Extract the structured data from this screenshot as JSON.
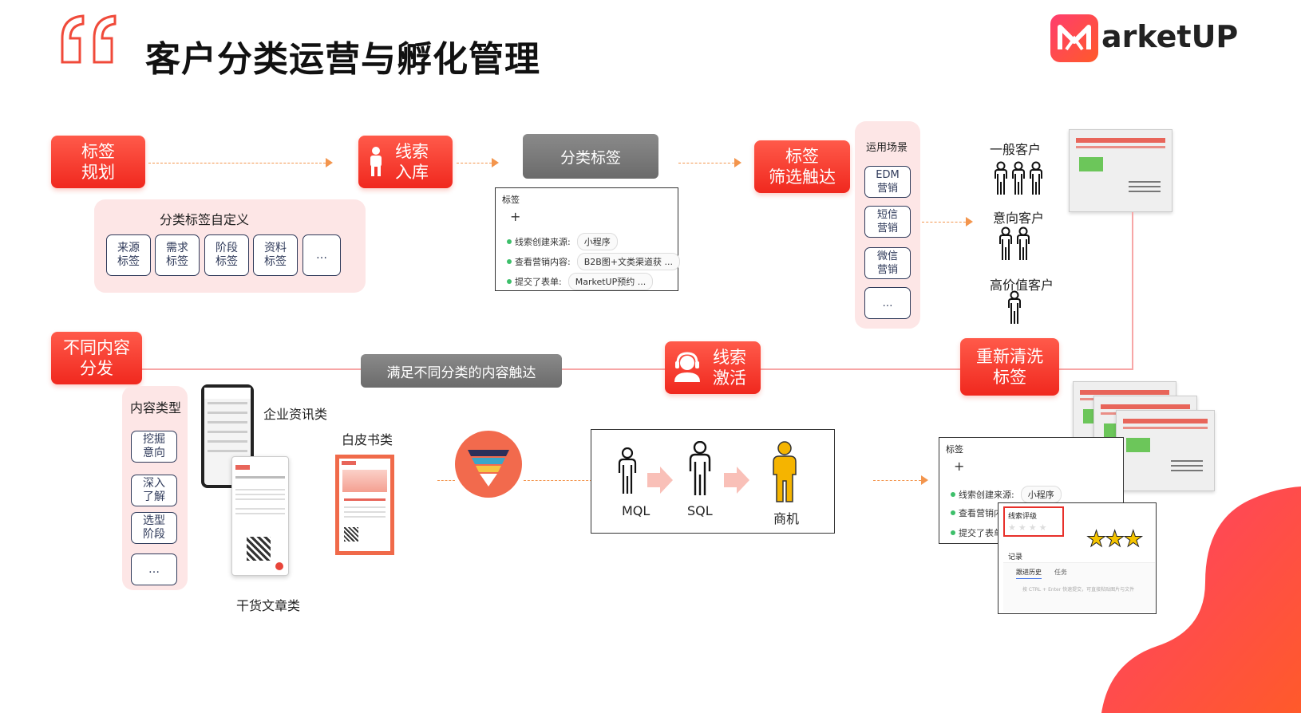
{
  "page": {
    "title": "客户分类运营与孵化管理",
    "logo_text": "arketUP",
    "accent_color": "#f0281e"
  },
  "top_flow": {
    "tag_planning": "标签\n规划",
    "lead_entry": "线索\n入库",
    "category_tag": "分类标签",
    "tag_filter": "标签\n筛选触达"
  },
  "custom_tags": {
    "title": "分类标签自定义",
    "items": [
      "来源\n标签",
      "需求\n标签",
      "阶段\n标签",
      "资料\n标签",
      "…"
    ]
  },
  "tag_card": {
    "title": "标签",
    "plus": "+",
    "rows": [
      {
        "label": "线索创建来源:",
        "value": "小程序"
      },
      {
        "label": "查看营销内容:",
        "value": "B2B图+文类渠道获 ..."
      },
      {
        "label": "提交了表单:",
        "value": "MarketUP预约 ..."
      }
    ]
  },
  "scenarios": {
    "title": "运用场景",
    "items": [
      "EDM\n营销",
      "短信\n营销",
      "微信\n营销",
      "…"
    ]
  },
  "segments": {
    "general": "一般客户",
    "intent": "意向客户",
    "high_value": "高价值客户"
  },
  "bottom_flow": {
    "content_distribution": "不同内容\n分发",
    "reach_bar": "满足不同分类的内容触达",
    "lead_activation": "线索\n激活",
    "retag": "重新清洗\n标签"
  },
  "content_types": {
    "title": "内容类型",
    "items": [
      "挖掘\n意向",
      "深入\n了解",
      "选型\n阶段",
      "…"
    ]
  },
  "content_labels": {
    "news": "企业资讯类",
    "whitepaper": "白皮书类",
    "articles": "干货文章类"
  },
  "stages": {
    "mql": "MQL",
    "sql": "SQL",
    "opportunity": "商机"
  },
  "lead_card": {
    "title": "标签",
    "plus": "+",
    "row1_label": "线索创建来源:",
    "row1_value": "小程序",
    "row2_label": "查看营销内",
    "row3_label": "提交了表单",
    "rating_title": "线索评级",
    "stars": "★★★",
    "records": "记录",
    "tab_history": "跟进历史",
    "tab_task": "任务",
    "hint": "按 CTRL + Enter 快速提交，可直接粘贴图片与文件"
  }
}
